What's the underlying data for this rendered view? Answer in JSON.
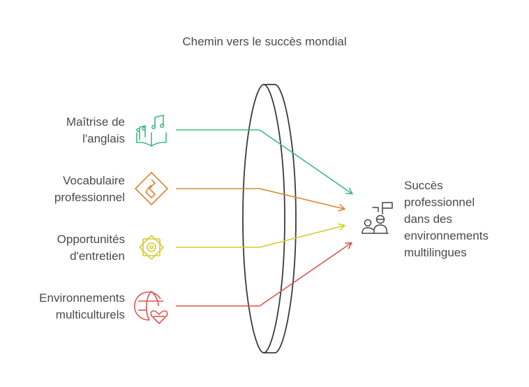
{
  "title": "Chemin vers le succès mondial",
  "inputs": [
    {
      "line1": "Maîtrise de",
      "line2": "l'anglais",
      "icon": "book-music-icon",
      "color": "#3dbb7f"
    },
    {
      "line1": "Vocabulaire",
      "line2": "professionnel",
      "icon": "diamond-path-icon",
      "color": "#d98733"
    },
    {
      "line1": "Opportunités",
      "line2": "d'entretien",
      "icon": "flower-star-icon",
      "color": "#d4cc2a"
    },
    {
      "line1": "Environnements",
      "line2": "multiculturels",
      "icon": "globe-heart-icon",
      "color": "#d9564f"
    }
  ],
  "outcome": {
    "lines": [
      "Succès",
      "professionnel",
      "dans des",
      "environnements",
      "multilingues"
    ],
    "icon": "team-flag-icon"
  },
  "lens_color": "#3a3a3a"
}
